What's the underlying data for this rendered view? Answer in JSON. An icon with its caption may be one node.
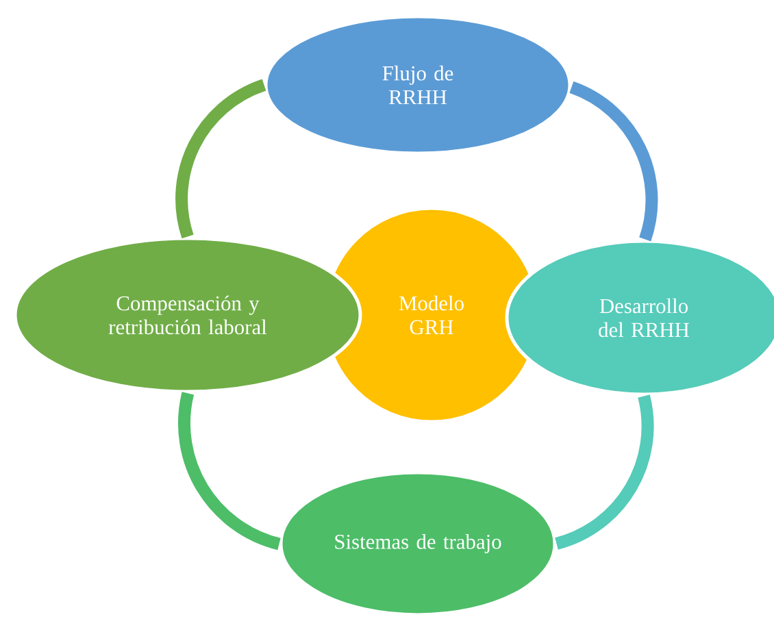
{
  "diagram": {
    "nodes": [
      {
        "text": [
          "Flujo de RRHH"
        ]
      },
      {
        "text": [
          "Compensación y retribución laboral"
        ]
      },
      {
        "text": [
          "Modelo GRH"
        ]
      },
      {
        "text": [
          "Desarrollo del RRHH"
        ]
      },
      {
        "text": [
          "Sistemas de trabajo"
        ]
      }
    ],
    "edges": [
      {
        "from": 0,
        "to": 3,
        "arrow": "none",
        "color": "#5b9bd5"
      },
      {
        "from": 3,
        "to": 4,
        "arrow": "none",
        "color": "#55cbb9"
      },
      {
        "from": 4,
        "to": 1,
        "arrow": "none",
        "color": "#4dbd68"
      },
      {
        "from": 1,
        "to": 0,
        "arrow": "none",
        "color": "#70ad47"
      }
    ]
  }
}
